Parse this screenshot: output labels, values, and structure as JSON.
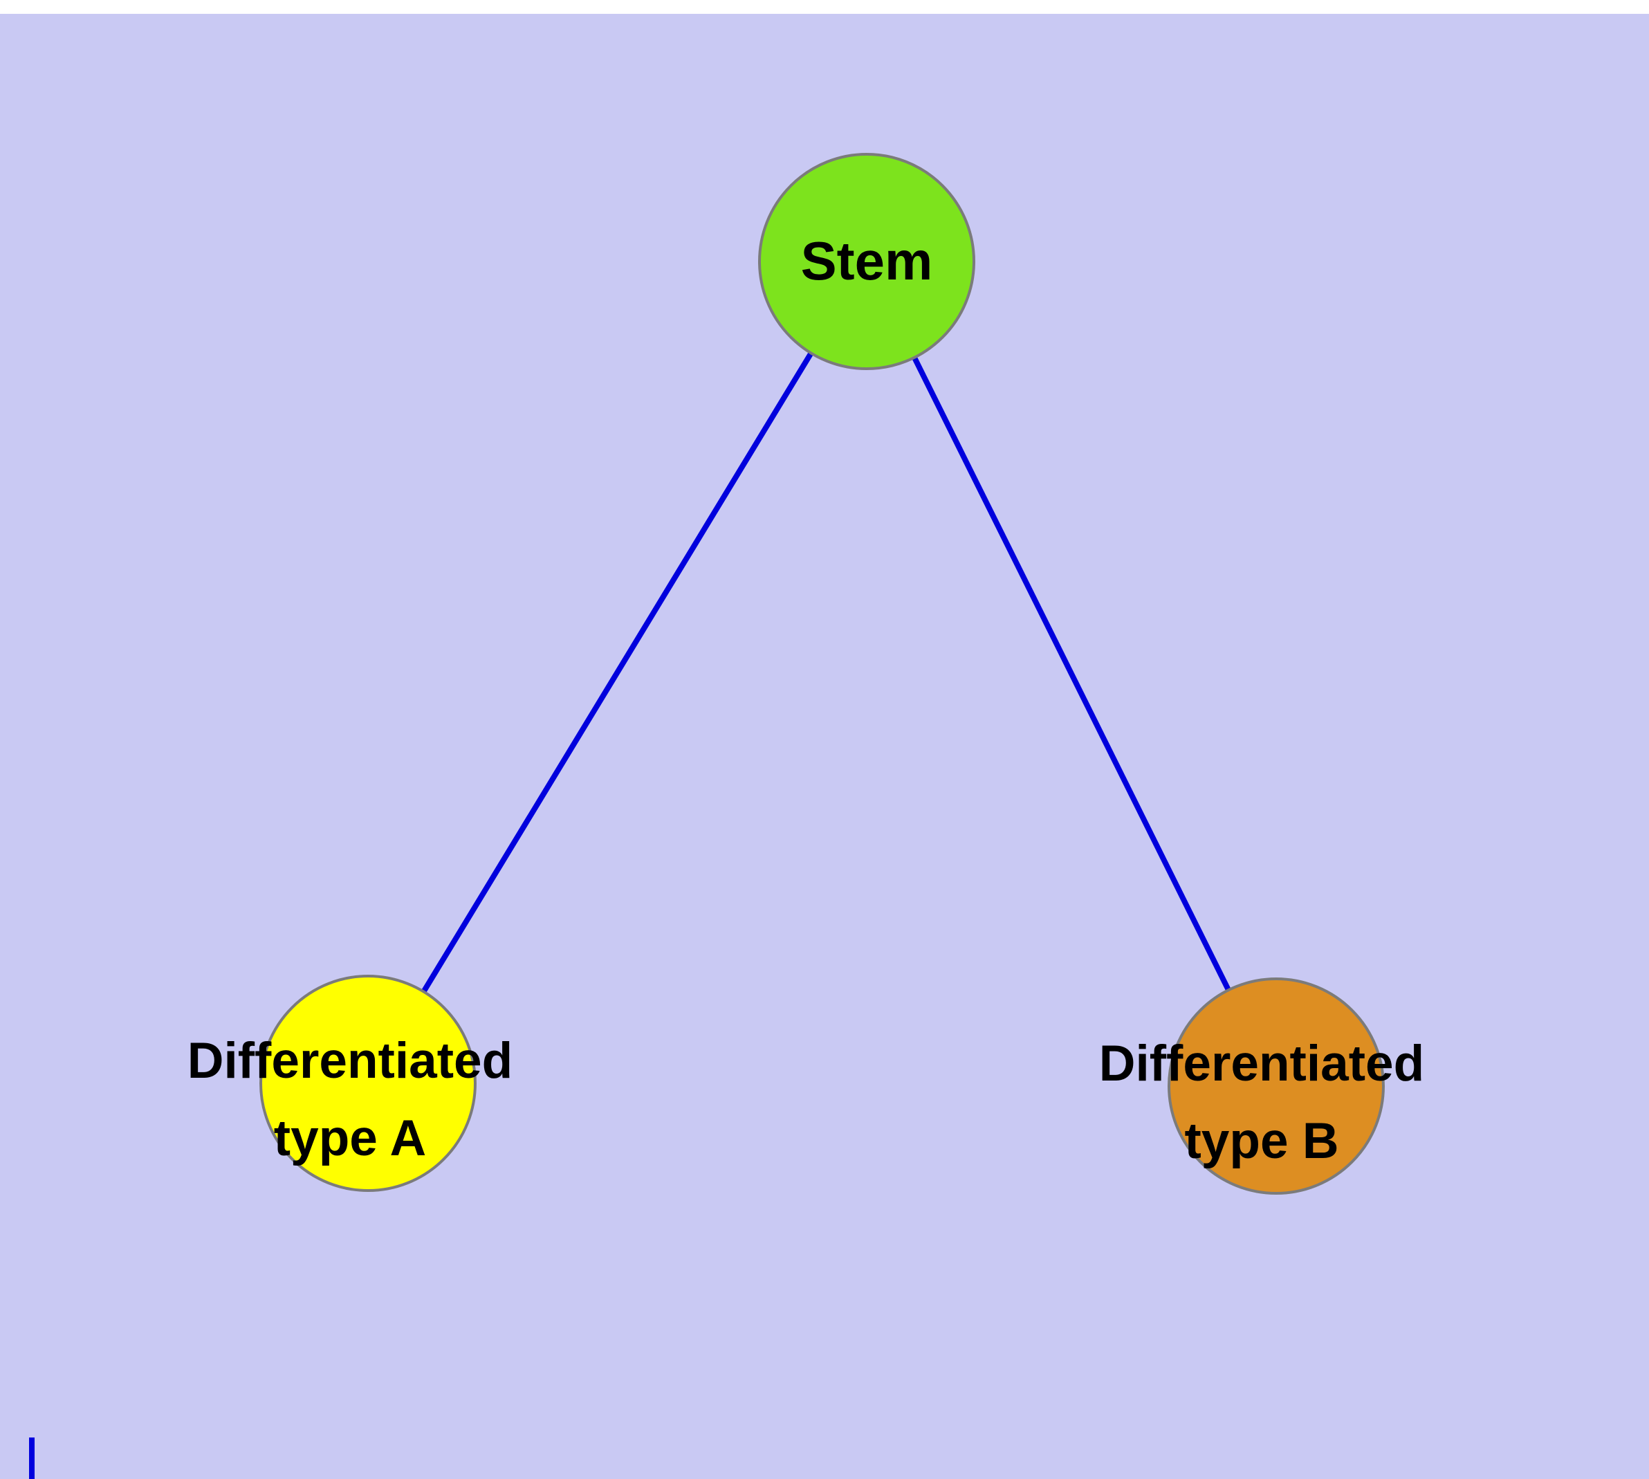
{
  "canvas": {
    "background": "#c9c9f3",
    "top_strip_color": "#ffffff"
  },
  "diagram": {
    "edge_color": "#0000dd",
    "node_stroke_color": "#7b7b7b",
    "text_color": "#000000",
    "nodes": {
      "stem": {
        "label": "Stem",
        "fill": "#7de31d"
      },
      "typeA": {
        "label_line1": "Differentiated",
        "label_line2": "type A",
        "fill": "#ffff00"
      },
      "typeB": {
        "label_line1": "Differentiated",
        "label_line2": "type B",
        "fill": "#dd8e22"
      }
    },
    "edges": [
      {
        "from": "stem",
        "to": "typeA"
      },
      {
        "from": "stem",
        "to": "typeB"
      }
    ]
  }
}
